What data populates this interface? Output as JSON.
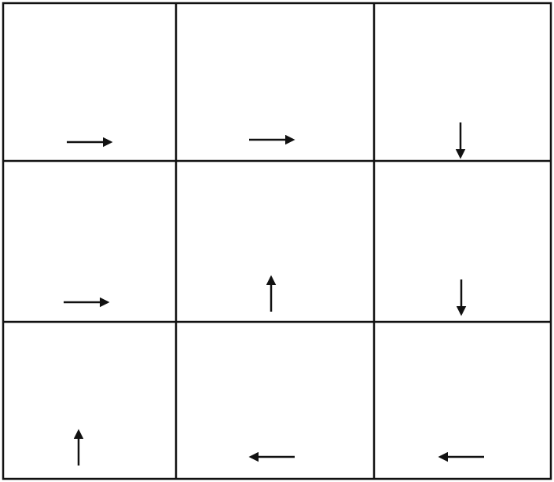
{
  "grid": {
    "rows": 3,
    "cols": 3,
    "line_color": "#111111",
    "arrow_color": "#111111",
    "background": "#ffffff",
    "cells": [
      {
        "row": 0,
        "col": 0,
        "direction": "right"
      },
      {
        "row": 0,
        "col": 1,
        "direction": "right"
      },
      {
        "row": 0,
        "col": 2,
        "direction": "down"
      },
      {
        "row": 1,
        "col": 0,
        "direction": "right"
      },
      {
        "row": 1,
        "col": 1,
        "direction": "up"
      },
      {
        "row": 1,
        "col": 2,
        "direction": "down"
      },
      {
        "row": 2,
        "col": 0,
        "direction": "up"
      },
      {
        "row": 2,
        "col": 1,
        "direction": "left"
      },
      {
        "row": 2,
        "col": 2,
        "direction": "left"
      }
    ]
  }
}
